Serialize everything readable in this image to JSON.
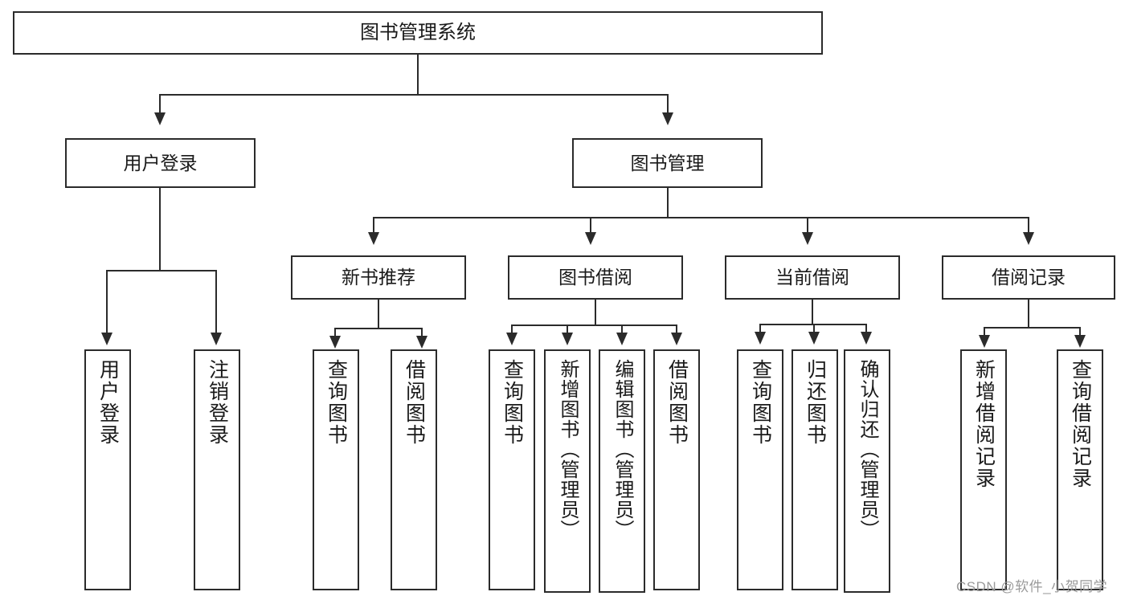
{
  "diagram": {
    "title": "图书管理系统",
    "watermark": "CSDN @软件_小贺同学",
    "colors": {
      "stroke": "#2b2b2b",
      "background": "#ffffff",
      "text": "#1a1a1a",
      "watermark": "#9a9a9a"
    },
    "nodes": {
      "root": {
        "label": "图书管理系统"
      },
      "level1": [
        {
          "label": "用户登录"
        },
        {
          "label": "图书管理"
        }
      ],
      "level2": [
        {
          "label": "新书推荐"
        },
        {
          "label": "图书借阅"
        },
        {
          "label": "当前借阅"
        },
        {
          "label": "借阅记录"
        }
      ],
      "leaves_user_login": [
        {
          "label": "用户登录"
        },
        {
          "label": "注销登录"
        }
      ],
      "leaves_new_book": [
        {
          "label": "查询图书"
        },
        {
          "label": "借阅图书"
        }
      ],
      "leaves_borrow": [
        {
          "label": "查询图书"
        },
        {
          "label": "新增图书（管理员）"
        },
        {
          "label": "编辑图书（管理员）"
        },
        {
          "label": "借阅图书"
        }
      ],
      "leaves_current": [
        {
          "label": "查询图书"
        },
        {
          "label": "归还图书"
        },
        {
          "label": "确认归还（管理员）"
        }
      ],
      "leaves_records": [
        {
          "label": "新增借阅记录"
        },
        {
          "label": "查询借阅记录"
        }
      ]
    }
  }
}
